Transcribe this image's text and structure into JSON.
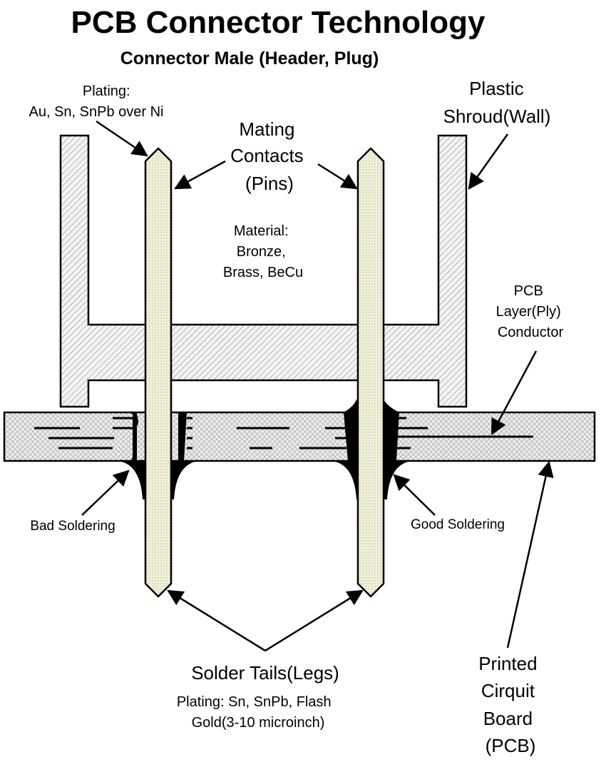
{
  "title": "PCB Connector Technology",
  "subtitle": "Connector Male (Header, Plug)",
  "labels": {
    "plating_top": [
      "Plating:",
      "Au, Sn, SnPb over Ni"
    ],
    "plastic_shroud": [
      "Plastic",
      "Shroud(Wall)"
    ],
    "mating_contacts": [
      "Mating",
      "Contacts",
      "(Pins)"
    ],
    "material": [
      "Material:",
      "Bronze,",
      "Brass, BeCu"
    ],
    "pcb_layer": [
      "PCB",
      "Layer(Ply)",
      "Conductor"
    ],
    "bad_soldering": "Bad Soldering",
    "good_soldering": "Good Soldering",
    "solder_tails": "Solder Tails(Legs)",
    "plating_bottom": [
      "Plating: Sn, SnPb, Flash",
      "Gold(3-10 microinch)"
    ],
    "pcb": [
      "Printed",
      "Cirquit",
      "Board",
      "(PCB)"
    ]
  },
  "colors": {
    "outline": "#000000",
    "fill": "#ececec",
    "hatch": "#7a7a7a",
    "pin": "#f0efd6",
    "solder": "#000000"
  }
}
